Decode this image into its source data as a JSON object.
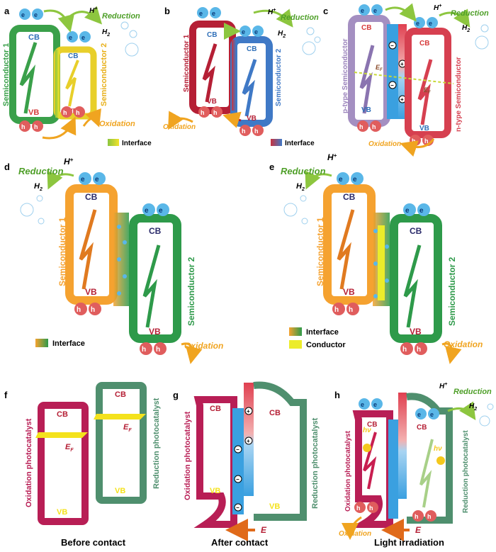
{
  "colors": {
    "orange": "#f5a230",
    "green": "#2e9a4a",
    "yellow": "#e8cf2a",
    "dkred": "#b51f35",
    "blue": "#3f79c6",
    "purple": "#a48fc1",
    "red": "#d64050",
    "magenta": "#b81e55",
    "teal": "#4f8f6e",
    "electron": "#5ab7e8",
    "hole": "#e05d5d",
    "gold": "#f0a420",
    "conductor": "#ecec2a",
    "fermi": "#f4e21c",
    "textgreen": "#4e9f28"
  },
  "common": {
    "e": "e",
    "h": "h",
    "minus": "-",
    "plus": "+",
    "H": "H",
    "Hplus": "+",
    "H2": "H",
    "sub2": "2",
    "reduction": "Reduction",
    "oxidation": "Oxidation",
    "interface": "Interface",
    "conductor": "Conductor",
    "CB": "CB",
    "VB": "VB",
    "Ef": "E",
    "F": "F",
    "E": "E",
    "circplus": "+",
    "circminus": "−",
    "hv": "hν"
  },
  "panels": {
    "a": "a",
    "b": "b",
    "c": "c",
    "d": "d",
    "e": "e",
    "f": "f",
    "g": "g",
    "h": "h"
  },
  "labels": {
    "sc1": "Semiconductor 1",
    "sc2": "Semiconductor 2",
    "ptype": "p-type Semiconductor",
    "ntype": "n-type Semiconductor",
    "oxcat": "Oxidation photocatalyst",
    "redcat": "Reduction photocatalyst",
    "before": "Before contact",
    "after": "After contact",
    "light": "Light irradiation"
  }
}
